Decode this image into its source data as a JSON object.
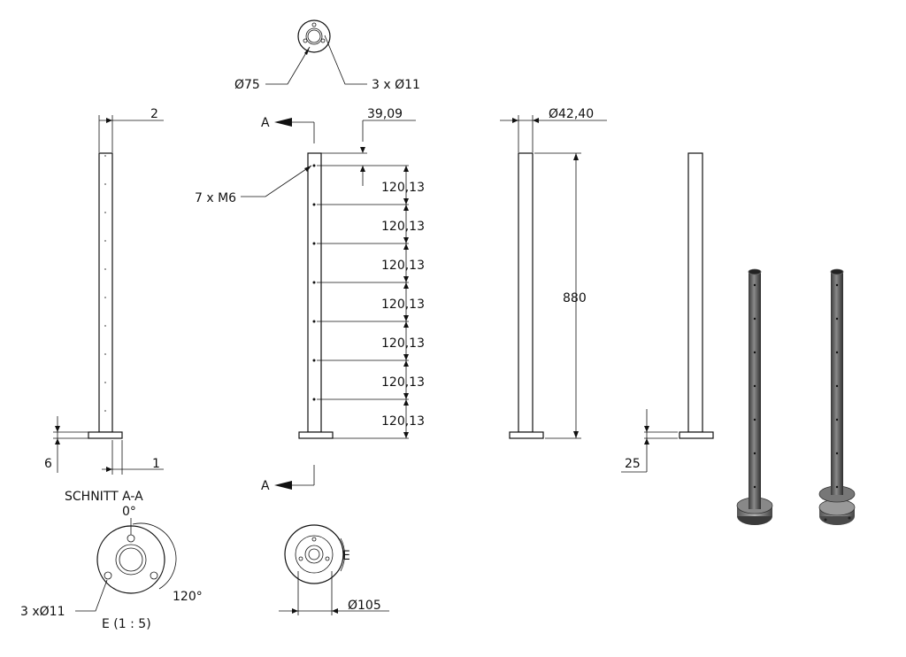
{
  "top_view": {
    "dia_label": "Ø75",
    "holes_label": "3 x Ø11"
  },
  "side_left": {
    "dim_top": "2",
    "dim_base_h": "6",
    "dim_bottom": "1",
    "section_title": "SCHNITT A-A"
  },
  "front": {
    "section_mark": "A",
    "dim_offset": "39,09",
    "threads_label": "7 x M6",
    "spacings": [
      "120,13",
      "120,13",
      "120,13",
      "120,13",
      "120,13",
      "120,13",
      "120,13"
    ]
  },
  "side_right": {
    "dia_label": "Ø42,40",
    "height_label": "880"
  },
  "far_view": {
    "base_h_label": "25"
  },
  "detail": {
    "angle_zero": "0°",
    "angle_120": "120°",
    "holes_label": "3 xØ11",
    "detail_title": "E (1 : 5)"
  },
  "bottom_view": {
    "detail_mark": "E",
    "dia_label": "Ø105"
  }
}
